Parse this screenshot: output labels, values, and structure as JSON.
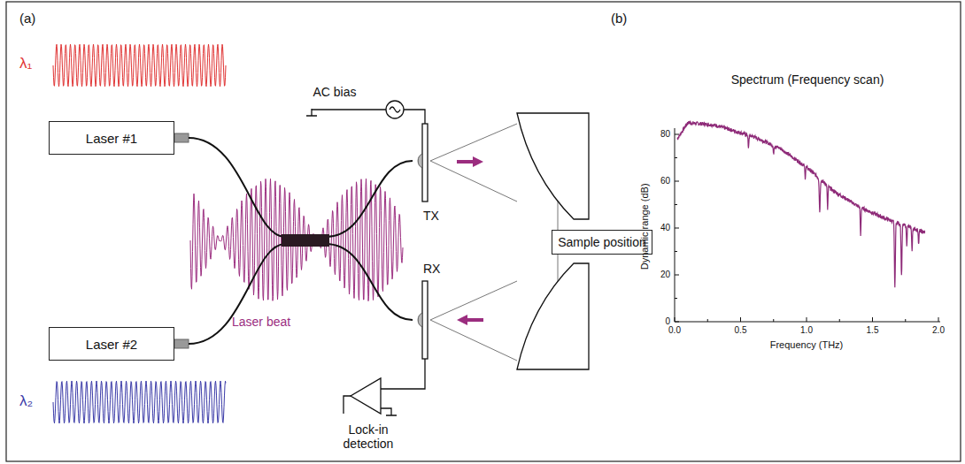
{
  "diagram": {
    "nodes": [
      {
        "text": [
          "Laser #1"
        ]
      },
      {
        "text": [
          "Laser #2"
        ]
      },
      {
        "text": [
          "Sample position"
        ]
      }
    ],
    "labels": [
      "(a)",
      "λ₁",
      "λ₂",
      "Laser beat",
      "AC bias",
      "TX",
      "RX",
      "Lock-in detection",
      "(b)",
      "Spectrum (Frequency scan)",
      "Dynamic range (dB)",
      "Frequency (THz)",
      "0",
      "20",
      "40",
      "60",
      "80",
      "0.0",
      "0.5",
      "1.0",
      "1.5",
      "2.0"
    ]
  }
}
